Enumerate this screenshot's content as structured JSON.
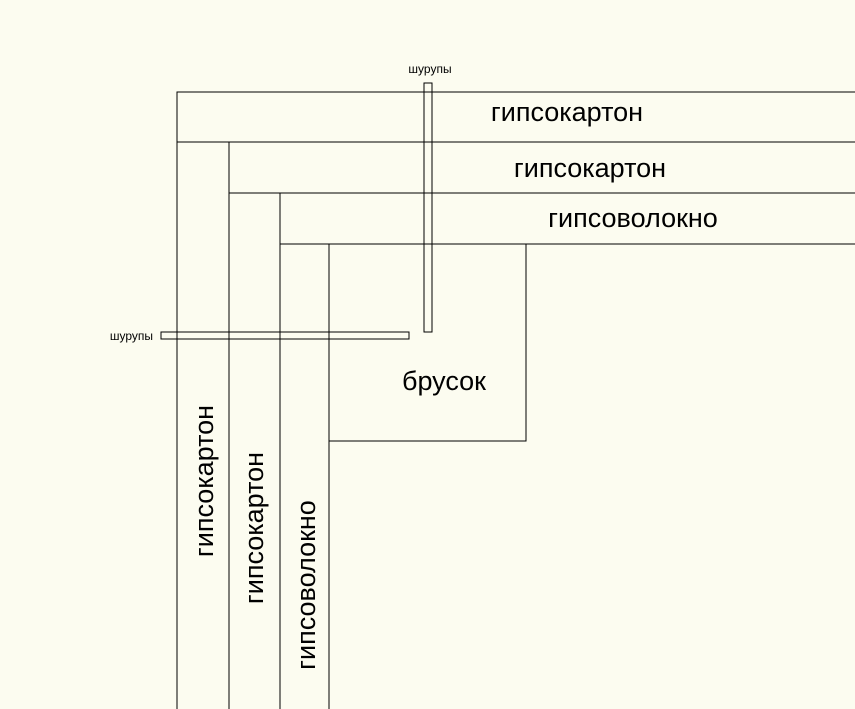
{
  "diagram": {
    "labels": {
      "h_layer_1": "гипсокартон",
      "h_layer_2": "гипсокартон",
      "h_layer_3": "гипсоволокно",
      "v_layer_1": "гипсокартон",
      "v_layer_2": "гипсокартон",
      "v_layer_3": "гипсоволокно",
      "beam": "брусок",
      "screws_top": "шурупы",
      "screws_left": "шурупы"
    },
    "colors": {
      "background": "#fcfcf0",
      "line": "#000000"
    }
  }
}
